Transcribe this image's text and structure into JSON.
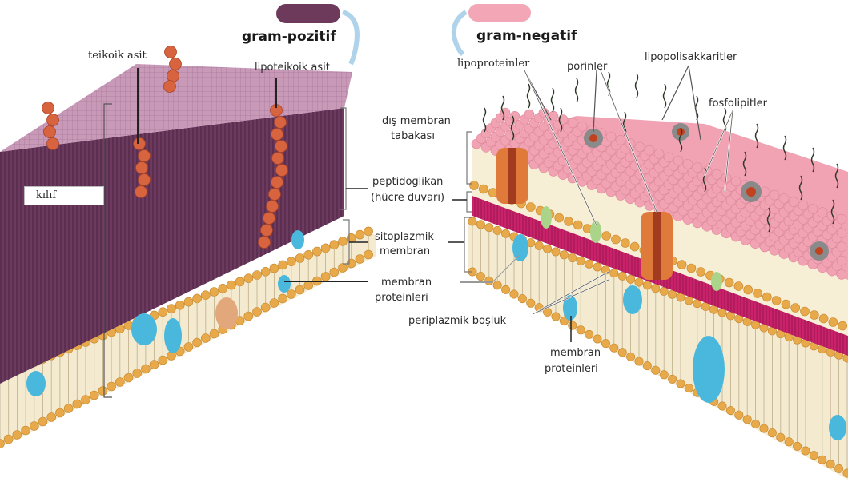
{
  "gram_positive": {
    "title": "gram-pozitif",
    "pill_color": "#6e3a5c",
    "labels": {
      "teikoik": "teikoik asit",
      "lipoteikoik": "lipoteikoik asit",
      "kilif": "kılıf",
      "peptidoglikan_1": "peptidoglikan",
      "peptidoglikan_2": "(hücre duvarı)",
      "sitoplazmik_1": "sitoplazmik",
      "sitoplazmik_2": "membran",
      "membran_prot_1": "membran",
      "membran_prot_2": "proteinleri"
    }
  },
  "gram_negative": {
    "title": "gram-negatif",
    "pill_color": "#f2a6b6",
    "labels": {
      "lipoproteinler": "lipoproteinler",
      "porinler": "porinler",
      "lipopolisakkaritler": "lipopolisakkaritler",
      "fosfolipitler": "fosfolipitler",
      "dis_membran_1": "dış membran",
      "dis_membran_2": "tabakası",
      "periplazmik": "periplazmik boşluk",
      "membran_prot_1": "membran",
      "membran_prot_2": "proteinleri"
    }
  },
  "colors": {
    "peptidoglycan_gp": "#6b3a5e",
    "peptidoglycan_top": "#c89ab8",
    "lipid_head": "#e8a94a",
    "protein_blue": "#49b8dc",
    "teichoic_bead": "#d8643f",
    "outer_membrane_head": "#f2a3b3",
    "peptidoglycan_gn": "#c8236a",
    "porin": "#e07a3a"
  }
}
